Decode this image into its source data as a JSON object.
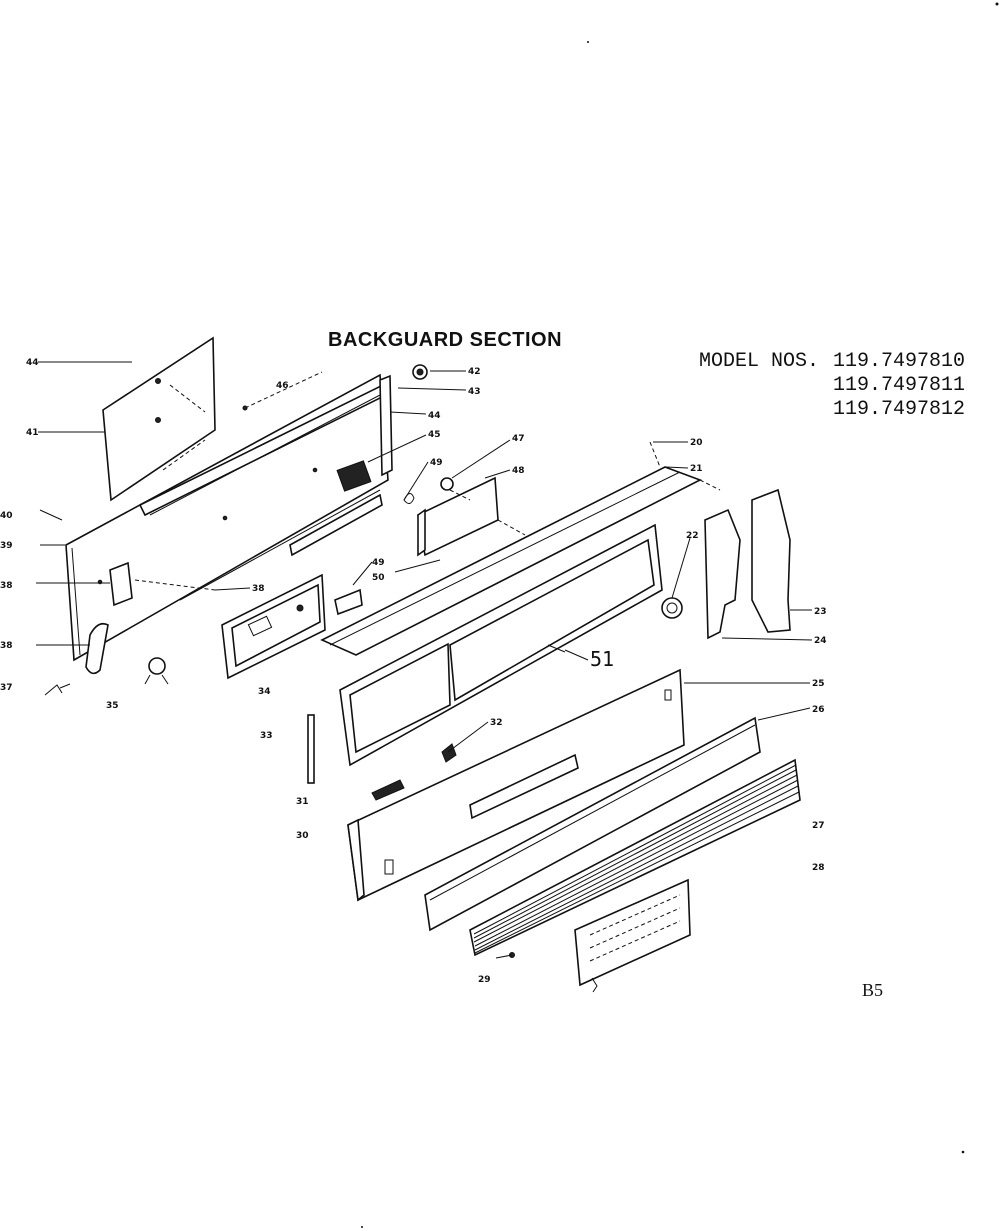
{
  "title": "BACKGUARD SECTION",
  "model_label": "MODEL NOS.",
  "models": [
    "119.7497810",
    "119.7497811",
    "119.7497812"
  ],
  "page_code": "B5",
  "part_labels": {
    "p44a": "44",
    "p41": "41",
    "p46": "46",
    "p42": "42",
    "p43": "43",
    "p44b": "44",
    "p45": "45",
    "p47": "47",
    "p48": "48",
    "p49": "49",
    "p40": "40",
    "p39": "39",
    "p38a": "38",
    "p38b": "38",
    "p38c": "38",
    "p37": "37",
    "p35": "35",
    "p34": "34",
    "p49b": "49",
    "p50": "50",
    "p20a": "20",
    "p21": "21",
    "p22": "22",
    "p23": "23",
    "p24": "24",
    "p51": "51",
    "p25": "25",
    "p26": "26",
    "p32": "32",
    "p33": "33",
    "p31": "31",
    "p30": "30",
    "p27": "27",
    "p28": "28",
    "p29": "29"
  }
}
